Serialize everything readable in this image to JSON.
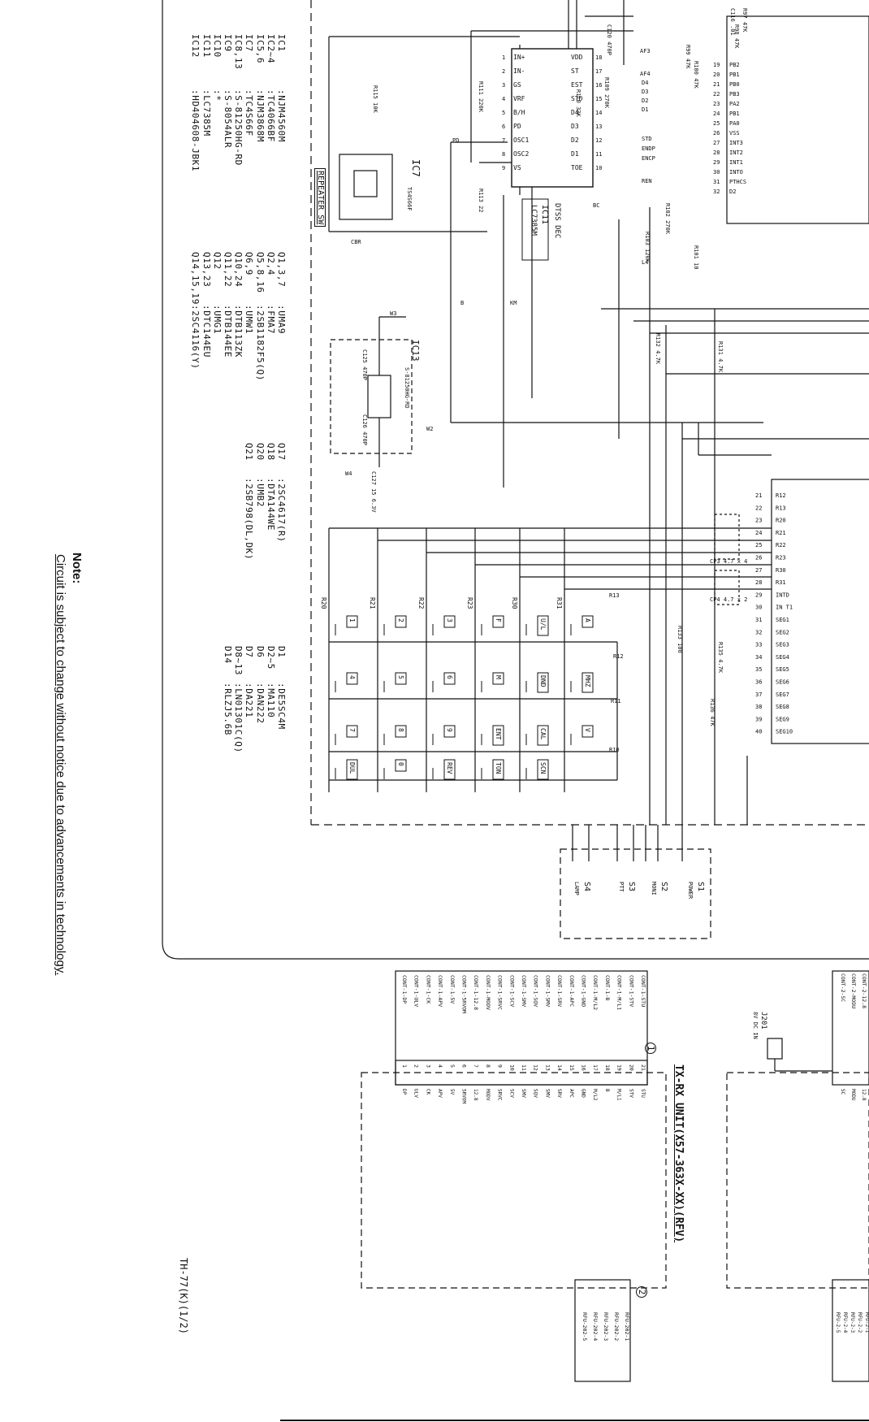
{
  "parts_table": {
    "ic_refs": [
      "IC1",
      "IC2~4",
      "IC5,6",
      "IC7",
      "IC8,13",
      "IC9",
      "IC10",
      "IC11",
      "IC12"
    ],
    "ic_parts": [
      ":NJM4560M",
      ":TC4066BF",
      ":NJM3868M",
      ":TC4S66F",
      ":S-81250HG-RD",
      ":S-8054ALR",
      ":*",
      ":LC7385M",
      ":HD404608-JBK1"
    ],
    "q_refs": [
      "Q1,3,7",
      "Q2,4",
      "Q5,8,16",
      "Q6,9",
      "Q10,24",
      "Q11,22",
      "Q12",
      "Q13,23",
      "Q14,15,19"
    ],
    "q_parts": [
      ":UMA9",
      ":FMA7",
      ":2SB1182F5(Q)",
      ":UMW1",
      ":DTB113ZK",
      ":DTB144EE",
      ":UMG1",
      ":DTC144EU",
      ":2SC4116(Y)"
    ],
    "q2_refs": [
      "Q17",
      "Q18",
      "Q20",
      "Q21"
    ],
    "q2_parts": [
      ":2SC4617(R)",
      ":DTA144WE",
      ":UMB2",
      ":2SB798(DL,DK)"
    ],
    "d_refs": [
      "D1",
      "D2~5",
      "D6",
      "D7",
      "D8~13",
      "D14"
    ],
    "d_parts": [
      ":DE5SC4M",
      ":MA110",
      ":DAN222",
      ":DA221",
      ":LN01301C(Q)",
      ":RLZJ5.6B"
    ]
  },
  "note": {
    "title": "Note:",
    "body": "Circuit is subject to change without notice due to advancements in technology."
  },
  "footer_id": "TH-77(K)(1/2)",
  "ic11": {
    "ref": "IC11",
    "part": "LC7385M",
    "function": "DTSS DEC"
  },
  "ic7_label": "IC7",
  "ic7_part": "TS4S66F",
  "ic13_label": "IC13",
  "ic13_part": "S-81250HG-RD",
  "repeater_sw": "REPEATER SW",
  "ic11_pins_left": [
    "IN+",
    "IN-",
    "GS",
    "VRF",
    "B/H",
    "PD",
    "OSC1",
    "OSC2",
    "VS"
  ],
  "ic11_pins_right": [
    "VDD",
    "ST",
    "EST",
    "STD",
    "D4",
    "D3",
    "D2",
    "D1",
    "TOE"
  ],
  "keys": [
    "1",
    "2",
    "3",
    "F",
    "U/L",
    "A",
    "4",
    "5",
    "6",
    "M",
    "DND",
    "MHZ",
    "7",
    "8",
    "9",
    "ENT",
    "CAL",
    "V",
    "DUL",
    "0",
    "REV",
    "TON",
    "SCN"
  ],
  "rows": [
    "R20",
    "R21",
    "R22",
    "R23",
    "R30",
    "R31"
  ],
  "switches": [
    {
      "ref": "S1",
      "name": "POWER"
    },
    {
      "ref": "S2",
      "name": "MONI"
    },
    {
      "ref": "S3",
      "name": "PTT"
    },
    {
      "ref": "S4",
      "name": "LAMP"
    }
  ],
  "mcu_pins": [
    "R12",
    "R13",
    "R20",
    "R21",
    "R22",
    "R23",
    "R30",
    "R31",
    "INTD",
    "IN T1",
    "SEG1",
    "SEG2",
    "SEG3",
    "SEG4",
    "SEG5",
    "SEG6",
    "SEG7",
    "SEG8",
    "SEG9",
    "SEG10"
  ],
  "mcu_pin_nums": [
    "21",
    "22",
    "23",
    "24",
    "25",
    "26",
    "27",
    "28",
    "29",
    "30",
    "31",
    "32",
    "33",
    "34",
    "35",
    "36",
    "37",
    "38",
    "39",
    "40"
  ],
  "mcu_top_pins": [
    "PB2",
    "PB1",
    "PB0",
    "PB3",
    "PA2",
    "PB1",
    "PA0",
    "VSS",
    "INT3",
    "INT2",
    "INT1",
    "INTO",
    "PTHCS",
    "D2"
  ],
  "mcu_top_nums": [
    "19",
    "20",
    "21",
    "22",
    "23",
    "24",
    "25",
    "26",
    "27",
    "28",
    "29",
    "30",
    "31",
    "32"
  ],
  "cp3": "CP3 4.7 x 4",
  "cp4": "CP4 4.7 x 2",
  "tx_rx_unit": "TX-RX UNIT(X57-363X-XX)(RFV)",
  "connector1_num": "1",
  "connector2_num": "2",
  "connector1_pins": [
    "CONT-1-STU",
    "CONT-1-STV",
    "CONT-1-M/L1",
    "CONT-1-B",
    "CONT-1-M/L2",
    "CONT-1-GND",
    "CONT-1-APC",
    "CONT-1-SRV",
    "CONT-1-SMV",
    "CONT-1-SQV",
    "CONT-1-SMV",
    "CONT-1-SCV",
    "CONT-1-SRVC",
    "CONT-1-MODV",
    "CONT-1-12.8",
    "CONT-1-5RVOM",
    "CONT-1-5V",
    "CONT-1-APV",
    "CONT-1-CK",
    "CONT-1-ULV",
    "CONT-1-DP"
  ],
  "connector1_signals": [
    "STU",
    "STV",
    "M/L1",
    "B",
    "M/L2",
    "GND",
    "APC",
    "SRV",
    "SMV",
    "SQV",
    "SMV",
    "SCV",
    "SRVC",
    "MODV",
    "12.8",
    "5RVOM",
    "5V",
    "APV",
    "CK",
    "ULV",
    "DP"
  ],
  "connector2_pins": [
    "RFU-202-1",
    "RFU-202-2",
    "RFU-202-3",
    "RFU-202-4",
    "RFU-202-5"
  ],
  "connector3_pins": [
    "CONT-2-12.8",
    "CONT-2-MODU",
    "CONT-2-SC"
  ],
  "connector3_signals": [
    "12.8",
    "MODU",
    "SC"
  ],
  "connector4_pins": [
    "RFU-2-1",
    "RFU-2-2",
    "RFU-2-3",
    "RFU-2-4",
    "RFU-2-5"
  ],
  "j201": "J201",
  "j201_desc": "8V DC IN",
  "caps": {
    "c120": "C120 470P",
    "c125": "C125 470P",
    "c126": "C126 470P",
    "c127": "C127 15 6.3V",
    "c116": "C116 .01"
  },
  "resistors": {
    "r115": "R115 10K",
    "r113": "R113 22",
    "r111": "R111 220K",
    "r110": "R110 33K",
    "r109": "R109 270K",
    "r99": "R99 47K",
    "r100": "R100 47K",
    "r102": "R102 270K",
    "r103": "R103 120K",
    "r101": "R101 10",
    "r131": "R131 4.7K",
    "r132": "R132 4.7K",
    "r133": "R133 100",
    "r135": "R135 4.7K",
    "r136": "R136 47K",
    "r98": "R98 47K",
    "r97": "R97 47K"
  },
  "net_labels": [
    "PD",
    "BC",
    "KM",
    "B",
    "CBR",
    "W3",
    "W2",
    "W4",
    "AF3",
    "AF4",
    "D4",
    "D3",
    "D2",
    "D1",
    "STD",
    "ENDP",
    "ENCP",
    "REN",
    "L4",
    "R13",
    "R12",
    "R11",
    "R10"
  ]
}
